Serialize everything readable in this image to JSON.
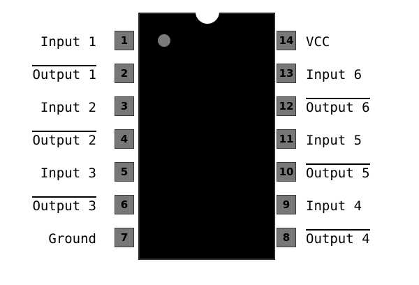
{
  "ic": {
    "left_pins": [
      {
        "number": "1",
        "label": "Input 1",
        "overline": false
      },
      {
        "number": "2",
        "label": "Output 1",
        "overline": true
      },
      {
        "number": "3",
        "label": "Input 2",
        "overline": false
      },
      {
        "number": "4",
        "label": "Output 2",
        "overline": true
      },
      {
        "number": "5",
        "label": "Input 3",
        "overline": false
      },
      {
        "number": "6",
        "label": "Output 3",
        "overline": true
      },
      {
        "number": "7",
        "label": "Ground",
        "overline": false
      }
    ],
    "right_pins": [
      {
        "number": "14",
        "label": "VCC",
        "overline": false
      },
      {
        "number": "13",
        "label": "Input 6",
        "overline": false
      },
      {
        "number": "12",
        "label": "Output 6",
        "overline": true
      },
      {
        "number": "11",
        "label": "Input 5",
        "overline": false
      },
      {
        "number": "10",
        "label": "Output 5",
        "overline": true
      },
      {
        "number": "9",
        "label": "Input 4",
        "overline": false
      },
      {
        "number": "8",
        "label": "Output 4",
        "overline": true
      }
    ]
  }
}
